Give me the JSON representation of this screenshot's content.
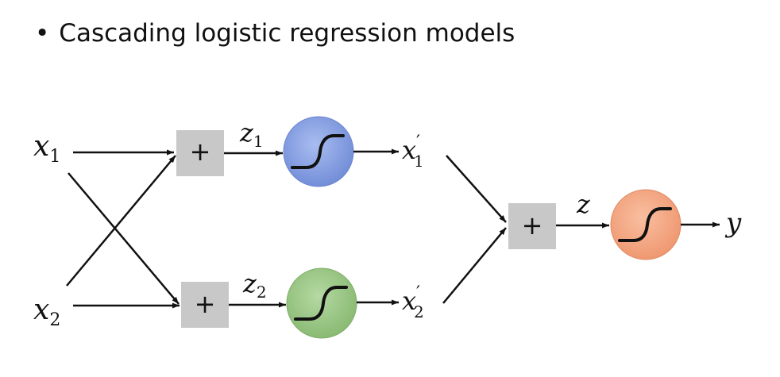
{
  "slide": {
    "bullet_symbol": "•",
    "bullet_text": "Cascading logistic regression models"
  },
  "diagram": {
    "inputs": [
      {
        "var": "x",
        "sub": "1"
      },
      {
        "var": "x",
        "sub": "2"
      }
    ],
    "sum_symbol": "+",
    "hidden": [
      {
        "z_var": "z",
        "z_sub": "1",
        "out_var": "x",
        "out_prime": "′",
        "out_sub": "1",
        "color": "#7f9be0"
      },
      {
        "z_var": "z",
        "z_sub": "2",
        "out_var": "x",
        "out_prime": "′",
        "out_sub": "2",
        "color": "#93c47d"
      }
    ],
    "final": {
      "z_var": "z",
      "out_var": "y",
      "color": "#f4a582"
    },
    "colors": {
      "sum_box": "#c8c8c8",
      "hidden1": "#7f9be0",
      "hidden2": "#93c47d",
      "output": "#f4a582",
      "line": "#111111"
    }
  }
}
